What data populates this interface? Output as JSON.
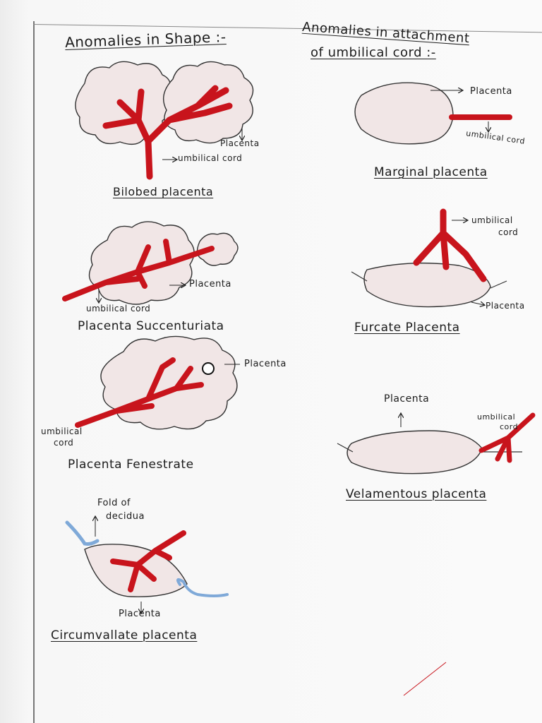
{
  "headings": {
    "shape": "Anomalies in Shape :-",
    "attachment_line1": "Anomalies in attachment",
    "attachment_line2": "of umbilical cord :-"
  },
  "figures": {
    "bilobed": {
      "caption": "Bilobed placenta",
      "label_placenta": "Placenta",
      "label_cord": "umbilical cord"
    },
    "succenturiata": {
      "caption": "Placenta Succenturiata",
      "label_placenta": "Placenta",
      "label_cord": "umbilical cord"
    },
    "fenestrate": {
      "caption": "Placenta Fenestrate",
      "label_placenta": "Placenta",
      "label_cord_1": "umbilical",
      "label_cord_2": "cord"
    },
    "circumvallate": {
      "caption": "Circumvallate placenta",
      "label_fold_1": "Fold of",
      "label_fold_2": "decidua",
      "label_placenta": "Placenta"
    },
    "marginal": {
      "caption": "Marginal placenta",
      "label_placenta": "Placenta",
      "label_cord": "umbilical cord"
    },
    "furcate": {
      "caption": "Furcate Placenta",
      "label_cord_1": "umbilical",
      "label_cord_2": "cord",
      "label_placenta": "Placenta"
    },
    "velamentous": {
      "caption": "Velamentous placenta",
      "label_placenta": "Placenta",
      "label_cord_1": "umbilical",
      "label_cord_2": "cord"
    }
  },
  "colors": {
    "cord": "#c8141c",
    "placenta_fill": "#f1e6e6",
    "outline": "#333333",
    "decidua": "#7fa9d8"
  }
}
